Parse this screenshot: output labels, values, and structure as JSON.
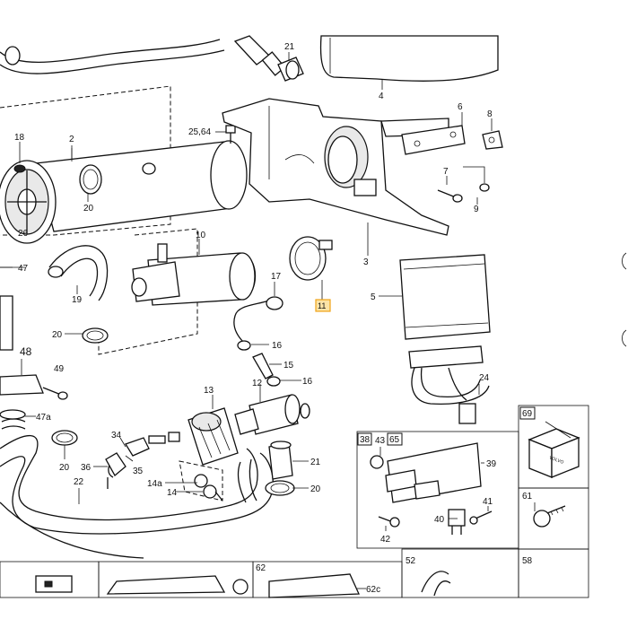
{
  "labels": {
    "l21top": "21",
    "l4": "4",
    "l6": "6",
    "l8": "8",
    "l2564": "25,64",
    "l18": "18",
    "l2": "2",
    "l20a": "20",
    "l26": "26",
    "l10": "10",
    "l7": "7",
    "l9": "9",
    "l3": "3",
    "l47": "47",
    "l19": "19",
    "l17": "17",
    "l11": "11",
    "l5": "5",
    "l20b": "20",
    "l16a": "16",
    "l15": "15",
    "l16b": "16",
    "l48": "48",
    "l49": "49",
    "l13": "13",
    "l12": "12",
    "l24": "24",
    "l47a": "47a",
    "l34": "34",
    "l20c": "20",
    "l36": "36",
    "l35": "35",
    "l22": "22",
    "l14a": "14a",
    "l14": "14",
    "l21b": "21",
    "l20d": "20",
    "l69": "69",
    "l38": "38",
    "l43": "43",
    "l65": "65",
    "l39": "39",
    "l41": "41",
    "l40": "40",
    "l42": "42",
    "l61": "61",
    "l52": "52",
    "l58": "58",
    "l62": "62",
    "l62c": "62c",
    "volvo": "VOLVO"
  }
}
